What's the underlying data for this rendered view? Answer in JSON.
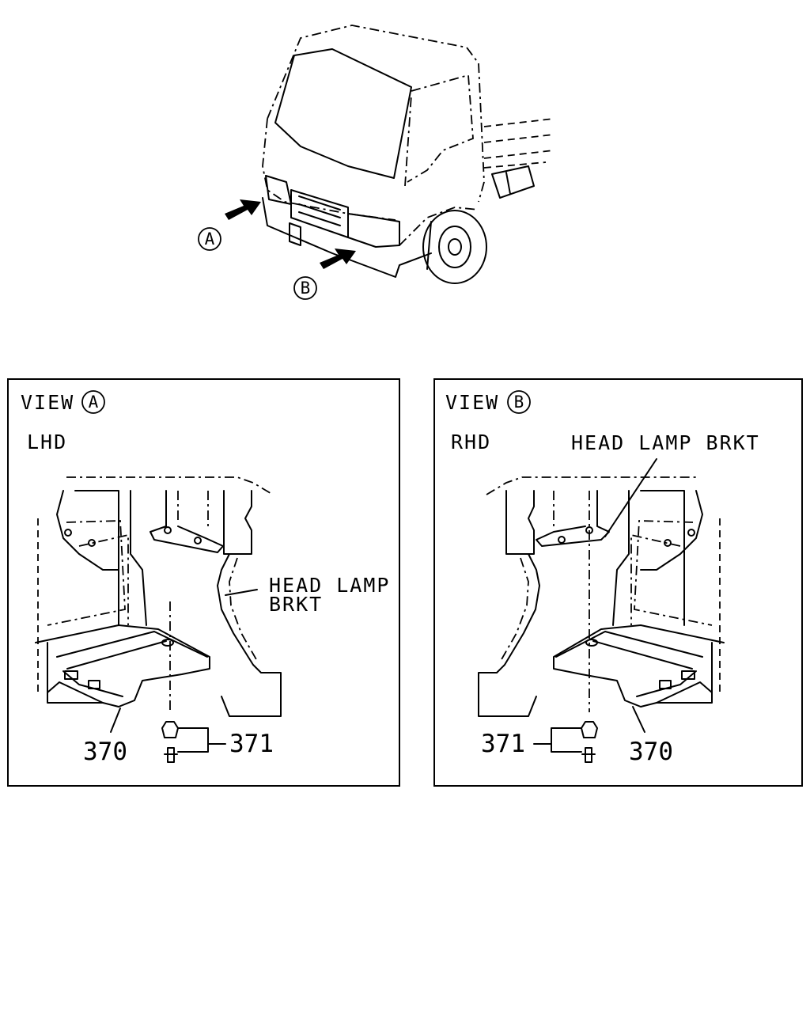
{
  "overview": {
    "callout_a": "A",
    "callout_b": "B"
  },
  "view_a": {
    "title": "VIEW",
    "callout": "A",
    "side": "LHD",
    "part_label_line1": "HEAD LAMP",
    "part_label_line2": "BRKT",
    "part_370": "370",
    "part_371": "371"
  },
  "view_b": {
    "title": "VIEW",
    "callout": "B",
    "side": "RHD",
    "part_label": "HEAD LAMP BRKT",
    "part_371": "371",
    "part_370": "370"
  }
}
